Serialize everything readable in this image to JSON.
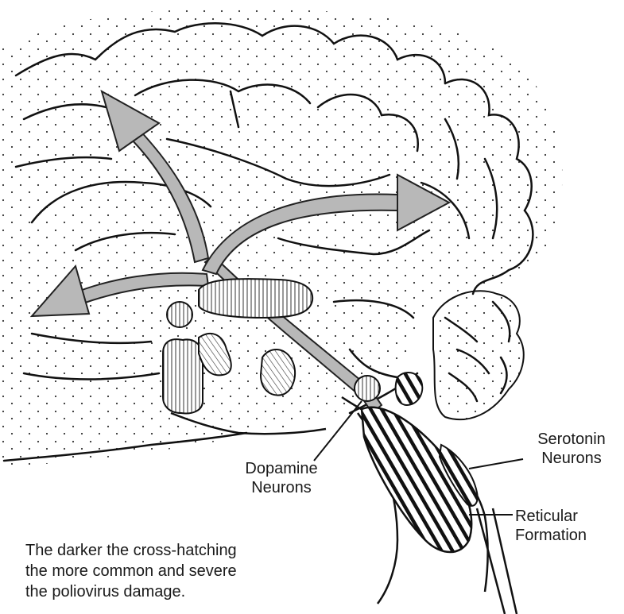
{
  "labels": {
    "dopamine": [
      "Dopamine",
      "Neurons"
    ],
    "serotonin": [
      "Serotonin",
      "Neurons"
    ],
    "reticular": [
      "Reticular",
      "Formation"
    ]
  },
  "caption": [
    "The darker the cross-hatching",
    "the more common and severe",
    "the poliovirus damage."
  ]
}
